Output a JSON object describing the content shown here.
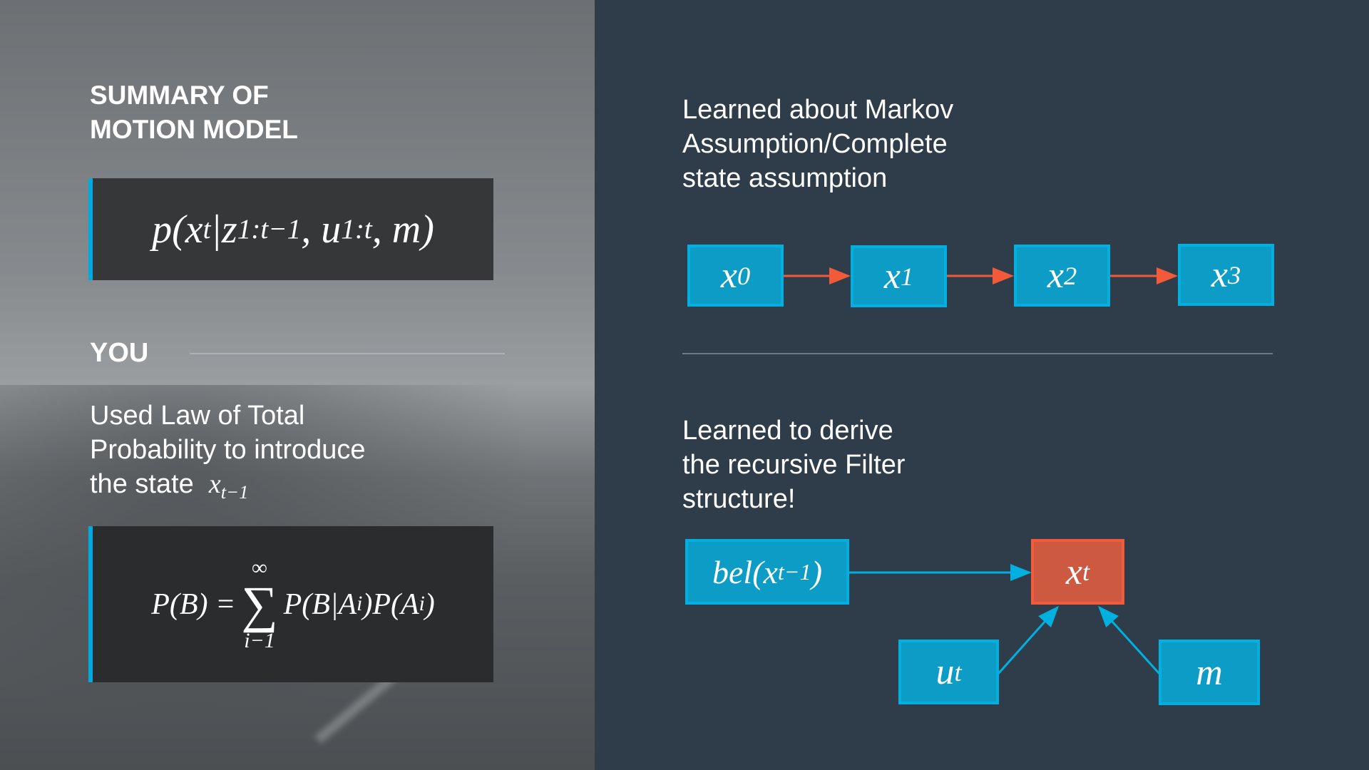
{
  "left": {
    "title_line1": "SUMMARY OF",
    "title_line2": "MOTION MODEL",
    "motion_model_formula": {
      "p": "p(x",
      "t": "t",
      "bar": "|z",
      "z_sub": "1:t−1",
      "u": ", u",
      "u_sub": "1:t",
      "rest": ", m)"
    },
    "you_label": "YOU",
    "body_line1": "Used Law of Total",
    "body_line2": "Probability to introduce",
    "body_line3": "the state",
    "state_var": "x",
    "state_sub": "t−1",
    "total_prob_formula": {
      "lhs": "P(B) =",
      "sum_top": "∞",
      "sum_sym": "∑",
      "sum_bottom": "i−1",
      "rhs1": "P(B|A",
      "rhs_sub1": "i",
      "rhs2": ")P(A",
      "rhs_sub2": "i",
      "rhs3": ")"
    }
  },
  "right": {
    "markov_text": [
      "Learned about Markov",
      "Assumption/Complete",
      "state assumption"
    ],
    "chain_nodes": [
      {
        "v": "x",
        "s": "0"
      },
      {
        "v": "x",
        "s": "1"
      },
      {
        "v": "x",
        "s": "2"
      },
      {
        "v": "x",
        "s": "3"
      }
    ],
    "filter_text": [
      "Learned to derive",
      "the recursive Filter",
      "structure!"
    ],
    "bel_node": {
      "v": "bel(x",
      "s": "t−1",
      "close": ")"
    },
    "xt_node": {
      "v": "x",
      "s": "t"
    },
    "ut_node": {
      "v": "u",
      "s": "t"
    },
    "m_node": {
      "v": "m"
    }
  },
  "colors": {
    "accent_blue": "#0c9cc6",
    "accent_red": "#cd5940",
    "arrow_red": "#f25a3a",
    "bg": "#2f3c4a"
  }
}
